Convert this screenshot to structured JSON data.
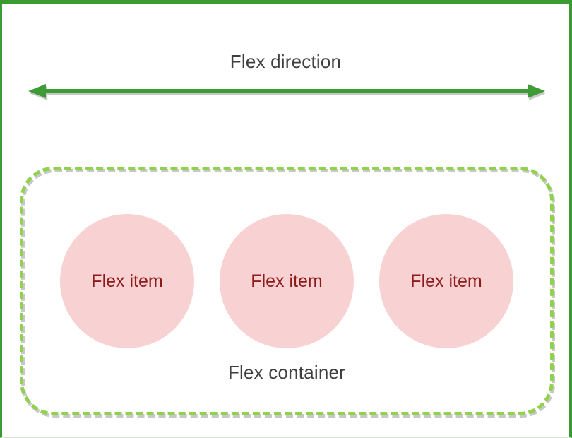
{
  "diagram": {
    "title": "Flex direction",
    "container_label": "Flex container",
    "items": [
      {
        "label": "Flex item"
      },
      {
        "label": "Flex item"
      },
      {
        "label": "Flex item"
      }
    ],
    "colors": {
      "border_green": "#3c9a33",
      "arrow_green": "#3f9b35",
      "dash_green": "#92d050",
      "item_fill": "#f8d1d3",
      "item_text": "#8e1a1a",
      "label_text": "#3f3f3f",
      "shadow_gray": "#c8c8c8",
      "bottom_border": "#d5e7cc"
    }
  }
}
